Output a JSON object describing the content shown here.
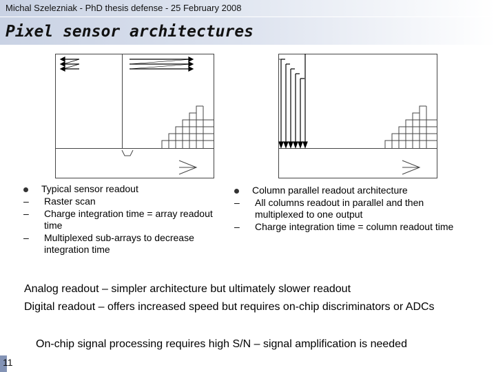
{
  "header": {
    "text": "Michal Szelezniak  -  PhD thesis defense  -  25 February 2008"
  },
  "title": "Pixel sensor architectures",
  "left_column": {
    "bullet": "Typical sensor readout",
    "subs": [
      "Raster scan",
      "Charge integration time = array readout time",
      "Multiplexed sub-arrays to decrease integration time"
    ]
  },
  "right_column": {
    "bullet": "Column parallel readout architecture",
    "subs": [
      "All columns readout in parallel and then multiplexed to one output",
      "Charge integration time = column readout time"
    ]
  },
  "lines": [
    "Analog readout – simpler architecture but ultimately slower readout",
    "Digital readout – offers increased speed but requires on-chip discriminators or ADCs"
  ],
  "footer_line": "On-chip signal processing requires high S/N – signal amplification is needed",
  "page_number": "11",
  "icons": {
    "dash": "–"
  },
  "colors": {
    "header_gradient": "#c9d2e4",
    "page_tab": "#8393b5"
  }
}
